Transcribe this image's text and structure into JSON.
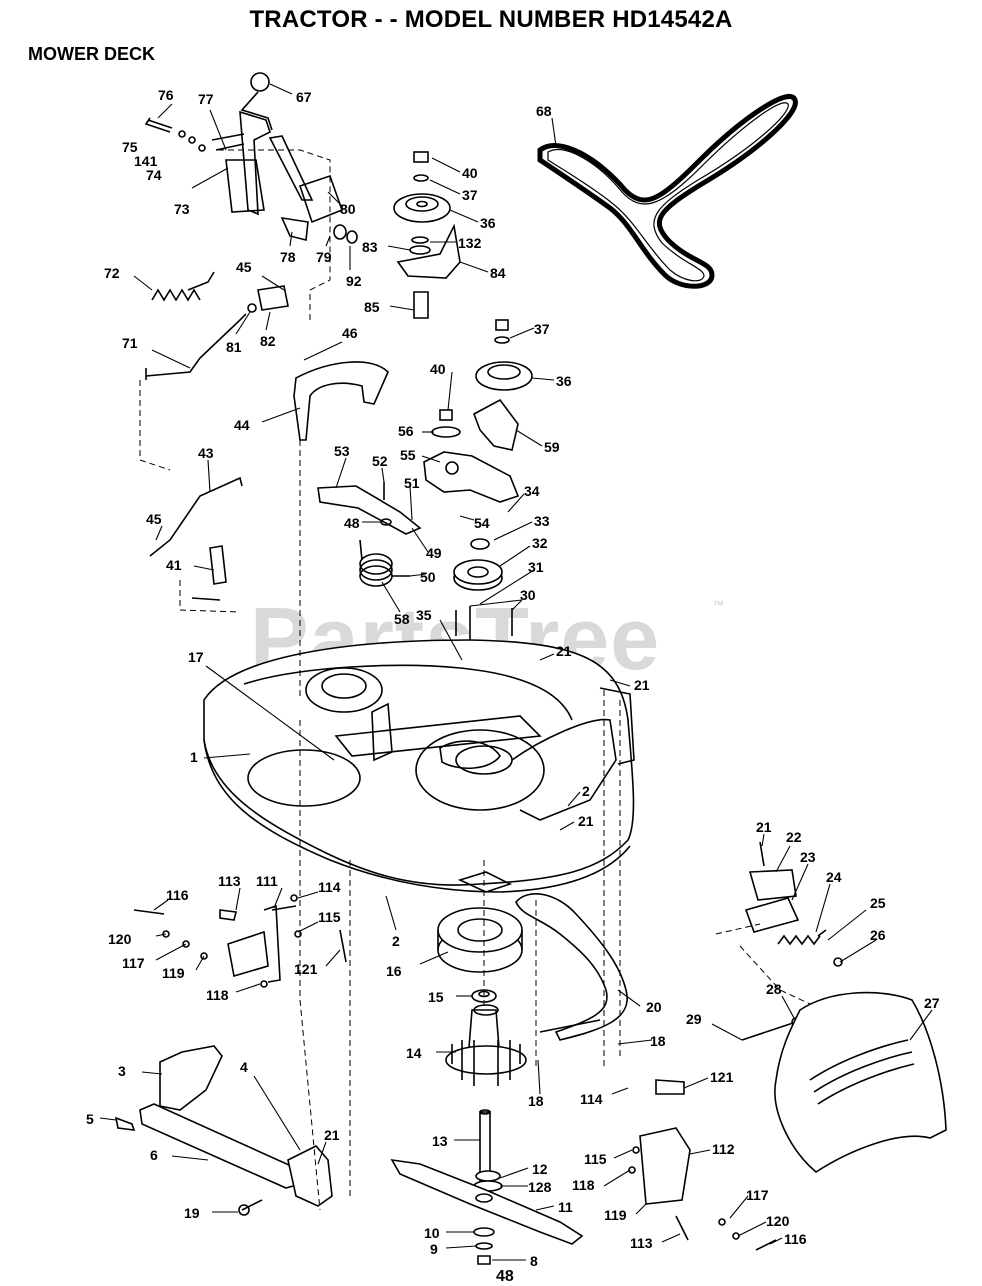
{
  "header": {
    "title": "TRACTOR - - MODEL NUMBER HD14542A",
    "section": "MOWER DECK"
  },
  "watermark": {
    "text": "PartsTree",
    "trademark": "™"
  },
  "page_number": "48",
  "callouts": [
    "76",
    "77",
    "67",
    "75",
    "141",
    "74",
    "73",
    "78",
    "79",
    "92",
    "80",
    "72",
    "45",
    "81",
    "82",
    "71",
    "46",
    "44",
    "43",
    "45",
    "41",
    "40",
    "37",
    "36",
    "83",
    "132",
    "84",
    "85",
    "68",
    "37",
    "40",
    "36",
    "56",
    "59",
    "55",
    "53",
    "52",
    "51",
    "48",
    "49",
    "50",
    "58",
    "34",
    "54",
    "33",
    "32",
    "31",
    "30",
    "35",
    "21",
    "21",
    "17",
    "1",
    "2",
    "21",
    "21",
    "22",
    "23",
    "24",
    "25",
    "26",
    "27",
    "28",
    "29",
    "113",
    "111",
    "114",
    "116",
    "115",
    "120",
    "117",
    "119",
    "121",
    "118",
    "2",
    "16",
    "15",
    "20",
    "14",
    "18",
    "18",
    "114",
    "121",
    "3",
    "4",
    "5",
    "6",
    "21",
    "19",
    "13",
    "12",
    "128",
    "11",
    "10",
    "9",
    "8",
    "115",
    "112",
    "118",
    "119",
    "117",
    "120",
    "113",
    "116"
  ]
}
